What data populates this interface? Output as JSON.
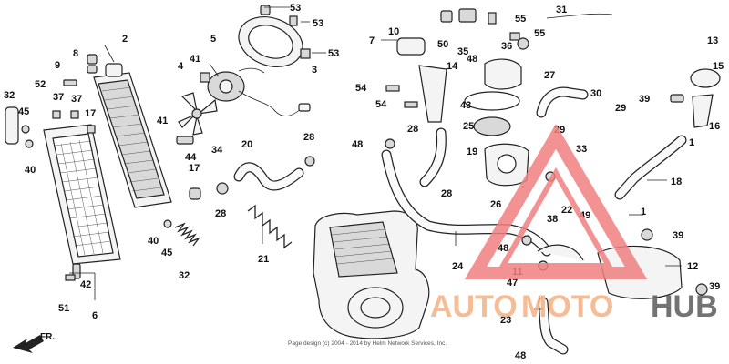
{
  "callouts": [
    "53",
    "53",
    "53",
    "31",
    "55",
    "55",
    "10",
    "7",
    "50",
    "35",
    "36",
    "48",
    "14",
    "27",
    "1",
    "13",
    "15",
    "2",
    "8",
    "9",
    "52",
    "5",
    "41",
    "4",
    "3",
    "32",
    "37",
    "37",
    "17",
    "45",
    "40",
    "41",
    "34",
    "44",
    "17",
    "20",
    "28",
    "54",
    "54",
    "30",
    "29",
    "43",
    "28",
    "25",
    "29",
    "33",
    "39",
    "16",
    "1",
    "48",
    "19",
    "26",
    "28",
    "18",
    "12",
    "22",
    "49",
    "38",
    "39",
    "48",
    "11",
    "24",
    "21",
    "28",
    "40",
    "45",
    "32",
    "42",
    "51",
    "6",
    "47",
    "23",
    "39",
    "48"
  ],
  "watermark": {
    "auto_text": "AUTO",
    "moto_text": "MOTO",
    "hub_text": "HUB",
    "auto_color": "#F4B183",
    "moto_color": "#F4B183",
    "hub_color": "#5B5B5B",
    "triangle_color": "#F08080"
  },
  "direction_arrow": {
    "label": "FR."
  },
  "copyright": "Page design (c) 2004 - 2014 by Helm Network Services, Inc."
}
